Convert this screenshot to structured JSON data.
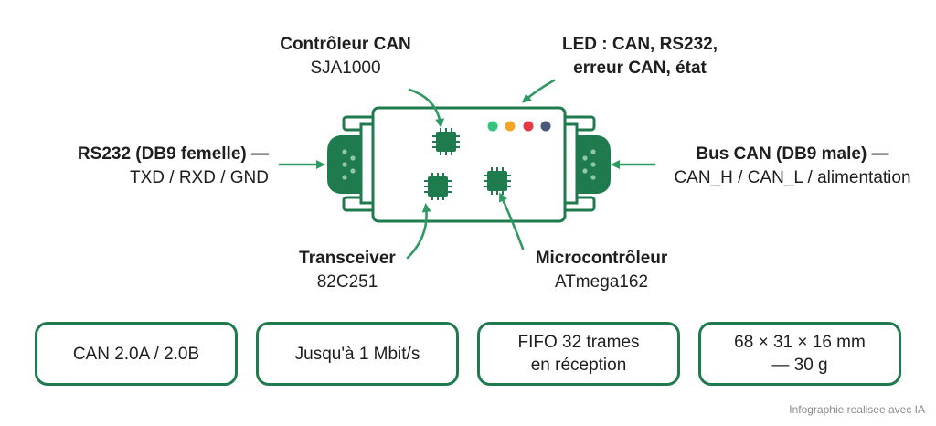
{
  "labels": {
    "controleur": {
      "line1": "Contrôleur CAN",
      "line2": "SJA1000"
    },
    "led": {
      "line1": "LED : CAN, RS232,",
      "line2": "erreur CAN, état"
    },
    "rs232": {
      "line1": "RS232 (DB9 femelle) —",
      "line2": "TXD / RXD / GND"
    },
    "bus_can": {
      "line1": "Bus CAN (DB9 male) —",
      "line2": "CAN_H / CAN_L / alimentation"
    },
    "transceiver": {
      "line1": "Transceiver",
      "line2": "82C251"
    },
    "micro": {
      "line1": "Microcontrôleur",
      "line2": "ATmega162"
    }
  },
  "specs": [
    {
      "line1": "CAN 2.0A / 2.0B",
      "line2": ""
    },
    {
      "line1": "Jusqu'à 1 Mbit/s",
      "line2": ""
    },
    {
      "line1": "FIFO 32 trames",
      "line2": "en réception"
    },
    {
      "line1": "68 × 31 × 16 mm",
      "line2": "— 30 g"
    }
  ],
  "led_colors": [
    "#34c47c",
    "#f2a623",
    "#e53945",
    "#4a5a78"
  ],
  "accent_color": "#1f7a4d",
  "credit": "Infographie realisee avec IA"
}
